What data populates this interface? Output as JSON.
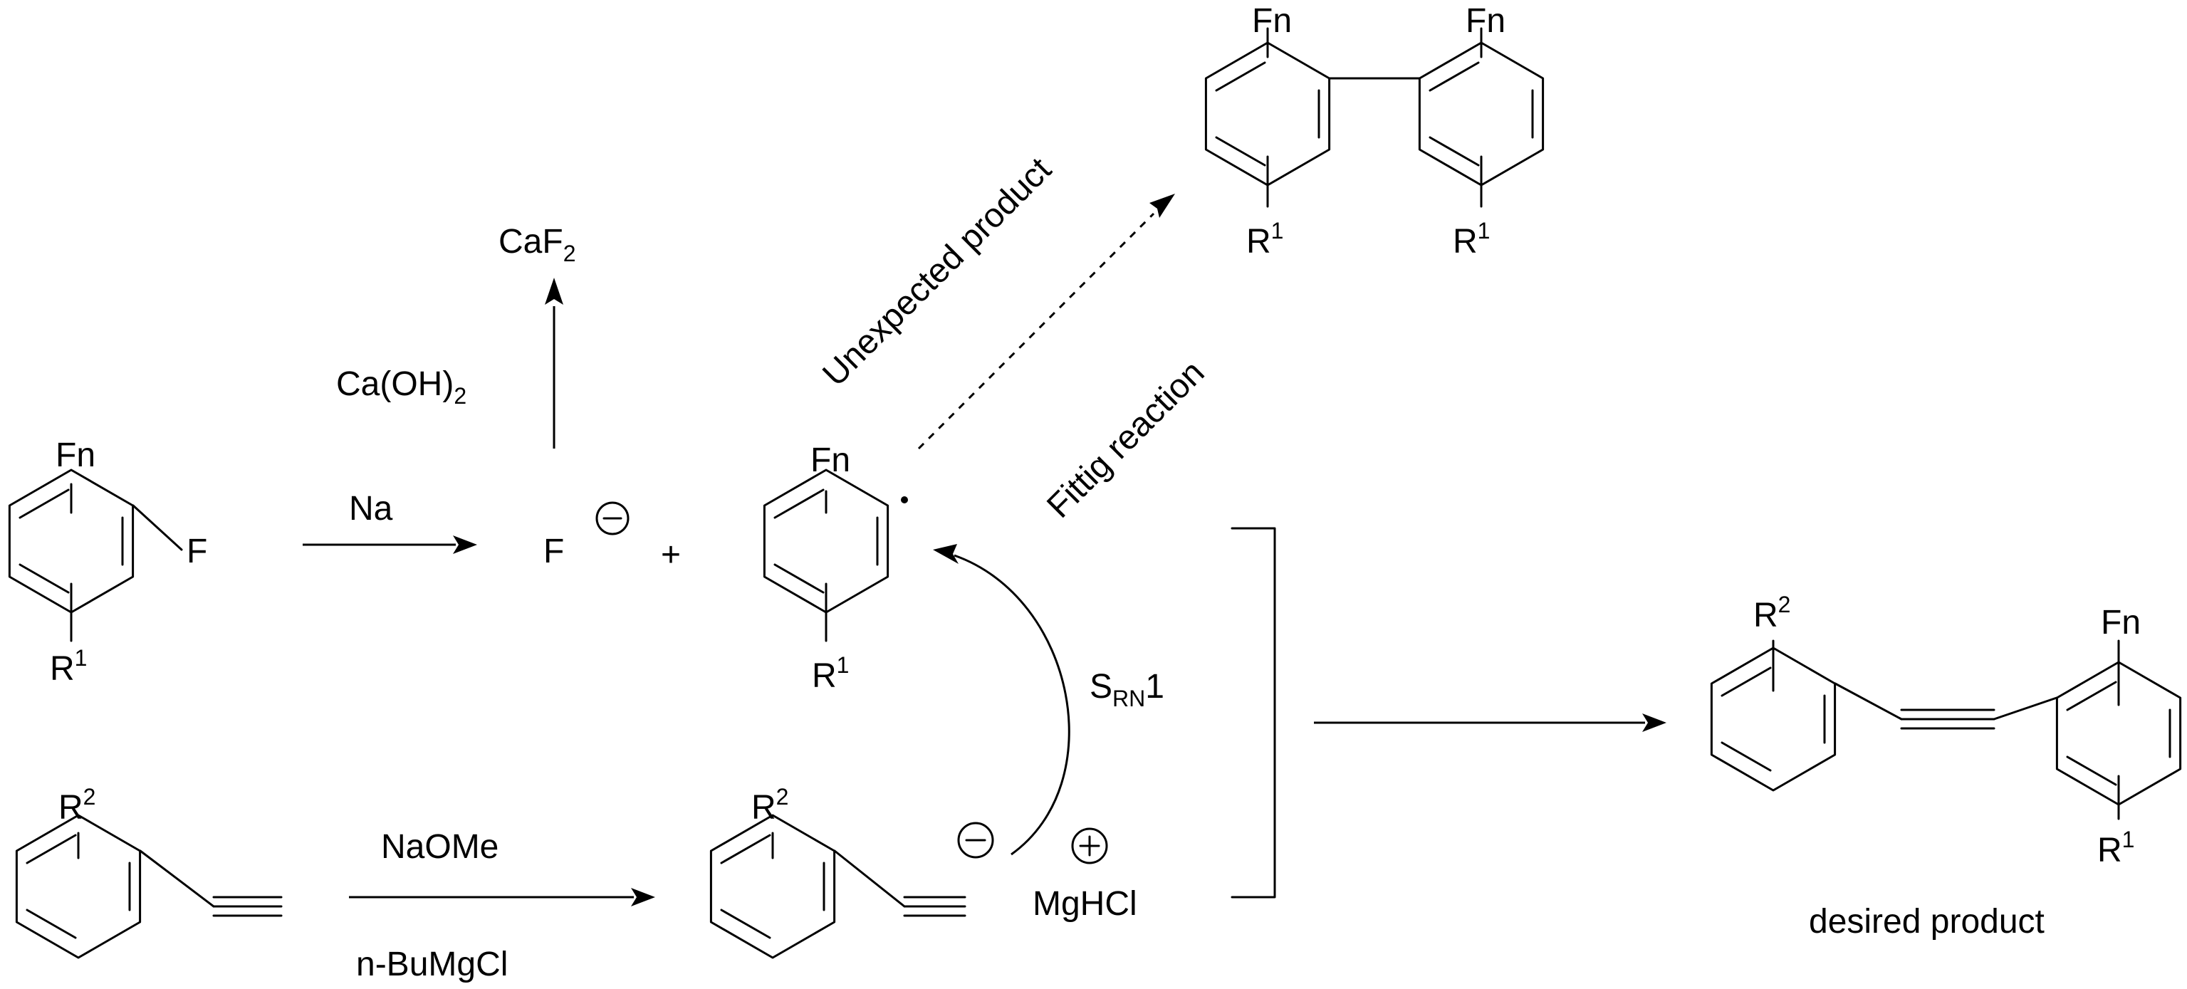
{
  "labels": {
    "fn": "Fn",
    "f_atom": "F",
    "r": "R",
    "sup1": "1",
    "sup2": "2",
    "na": "Na",
    "f_ion": "F",
    "minus": "−",
    "plus_sign": "+",
    "caf2_ca": "CaF",
    "caf2_sub": "2",
    "caoh2_main": "Ca(OH)",
    "caoh2_sub": "2",
    "unexpected_product": "Unexpected product",
    "fittig_reaction": "Fittig reaction",
    "srn1_s": "S",
    "srn1_sub": "RN",
    "srn1_num": "1",
    "naome": "NaOMe",
    "nbumgcl": "n-BuMgCl",
    "mghcl": "MgHCl",
    "desired_product": "desired product"
  }
}
